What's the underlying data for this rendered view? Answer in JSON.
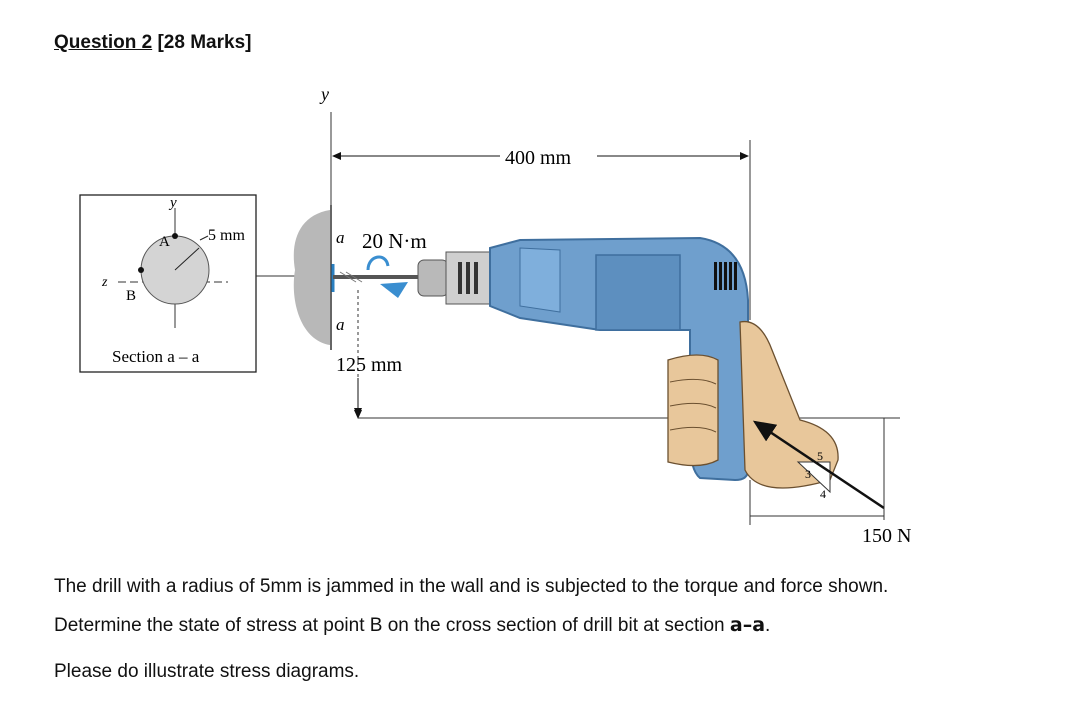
{
  "header": {
    "question": "Question 2",
    "marks": "[28 Marks]"
  },
  "figure": {
    "section_box": {
      "y_label": "y",
      "z_label": "z",
      "a_point": "A",
      "b_point": "B",
      "radius_label": "5 mm",
      "caption": "Section a – a"
    },
    "main": {
      "y_axis_label": "y",
      "dim_400": "400 mm",
      "torque": "20 N·m",
      "section_a_top": "a",
      "section_a_bottom": "a",
      "dim_125": "125 mm",
      "force": "150 N",
      "slope_3": "3",
      "slope_4": "4",
      "slope_5": "5"
    },
    "colors": {
      "drill_body": "#6f9fcd",
      "drill_dark": "#3f6f9e",
      "hand": "#e8c79b",
      "torque_arrow": "#3a8ed0"
    }
  },
  "text": {
    "line1": "The drill with a radius of 5mm is jammed in the wall and is subjected to the torque and force shown.",
    "line2_pre": "Determine the state of stress at point B on the cross section of drill bit at section ",
    "line2_sec": "a–a",
    "line2_post": ".",
    "line3": "Please do illustrate stress diagrams."
  }
}
